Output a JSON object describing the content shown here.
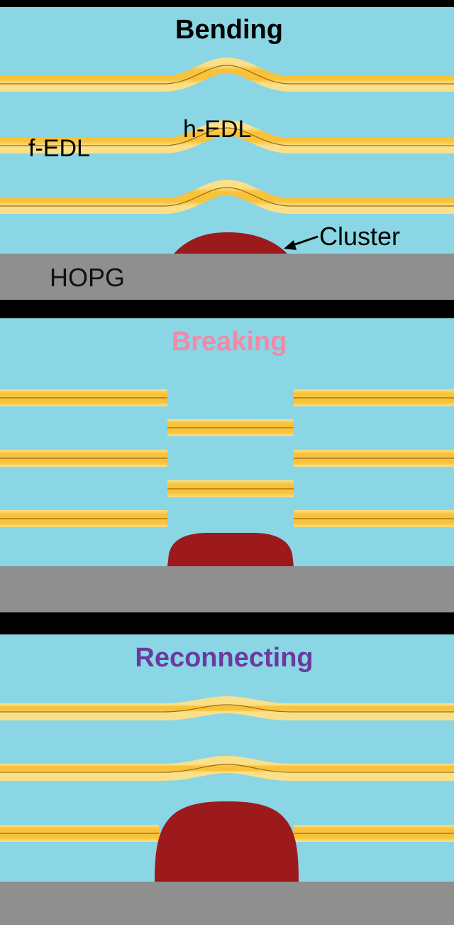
{
  "panels": [
    {
      "title": "Bending",
      "title_color": "#111111"
    },
    {
      "title": "Breaking",
      "title_color": "#f08aa8"
    },
    {
      "title": "Reconnecting",
      "title_color": "#6a3aa0"
    }
  ],
  "labels": {
    "f_edl": "f-EDL",
    "h_edl": "h-EDL",
    "cluster": "Cluster",
    "hopg": "HOPG"
  },
  "colors": {
    "electrolyte": "#8ad6e4",
    "layer": "#f8c23a",
    "cluster": "#9c1a1c",
    "substrate": "#8f8f8f",
    "separator": "#000000"
  }
}
